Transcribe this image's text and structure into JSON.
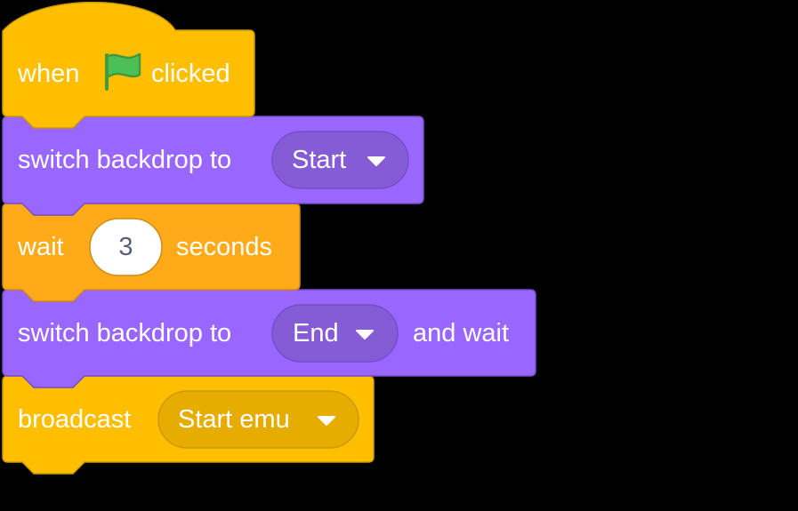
{
  "colors": {
    "events": "#ffbf00",
    "events_border": "#cc9900",
    "events_dropdown": "#e6ac00",
    "looks": "#9966ff",
    "looks_border": "#774dcb",
    "looks_dropdown": "#855cd6",
    "control": "#ffab19",
    "control_border": "#cf8b17",
    "flag_green": "#4cbf56",
    "flag_border": "#45993d",
    "input_text": "#575e75"
  },
  "script": {
    "hat_block": {
      "label_before": "when",
      "icon": "green-flag-icon",
      "label_after": "clicked"
    },
    "switch_backdrop": {
      "label": "switch backdrop to",
      "dropdown_value": "Start"
    },
    "wait": {
      "label_before": "wait",
      "input_value": "3",
      "label_after": "seconds"
    },
    "switch_backdrop_wait": {
      "label": "switch backdrop to",
      "dropdown_value": "End",
      "label_after": "and wait"
    },
    "broadcast": {
      "label": "broadcast",
      "dropdown_value": "Start emu"
    }
  }
}
